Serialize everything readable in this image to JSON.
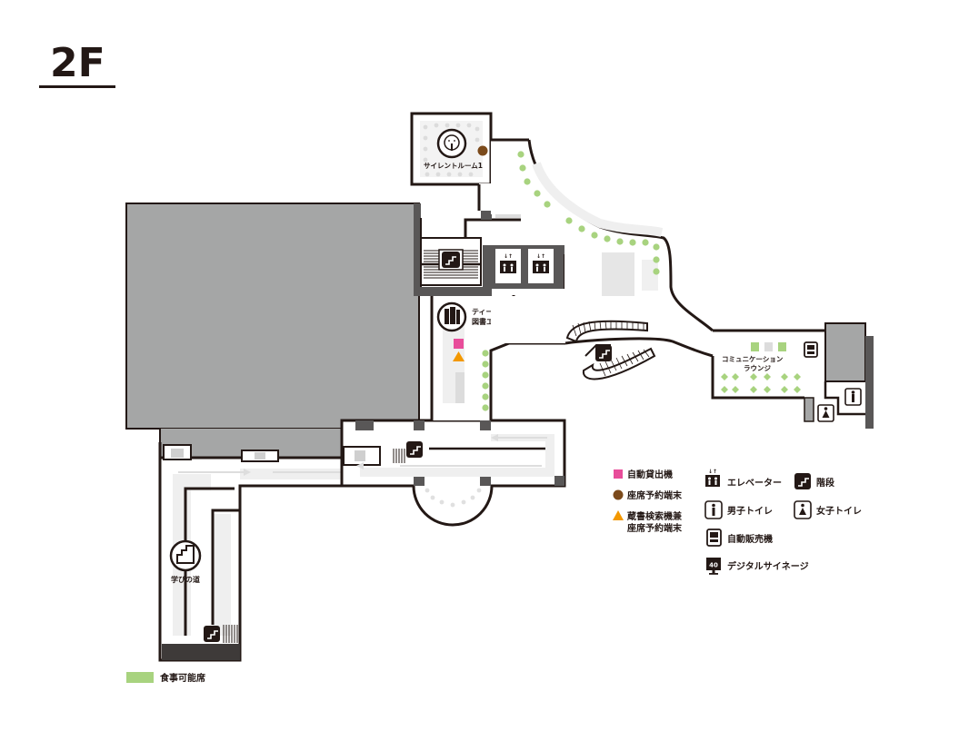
{
  "floor": {
    "title": "2F"
  },
  "areas": {
    "silent_room": "サイレントルーム1",
    "teens_area_line1": "ティーンズ",
    "teens_area_line2": "図書エリア",
    "lounge_line1": "コミュニケーション",
    "lounge_line2": "ラウンジ",
    "learning_path": "学びの道"
  },
  "legend": {
    "self_checkout": "自動貸出機",
    "seat_terminal": "座席予約端末",
    "search_seat_line1": "蔵書検索機兼",
    "search_seat_line2": "座席予約端末",
    "elevator": "エレベーター",
    "stairs": "階段",
    "mens_restroom": "男子トイレ",
    "womens_restroom": "女子トイレ",
    "vending_machine": "自動販売機",
    "digital_signage": "デジタルサイネージ",
    "dining_seats": "食事可能席"
  },
  "signage_number": "40",
  "colors": {
    "wall": "#231815",
    "void": "#a5a6a6",
    "corridor": "#e8e8e8",
    "dining": "#a8d37f",
    "self_checkout": "#e84d9a",
    "seat_terminal": "#7b4a1b",
    "search_terminal": "#f39800"
  }
}
